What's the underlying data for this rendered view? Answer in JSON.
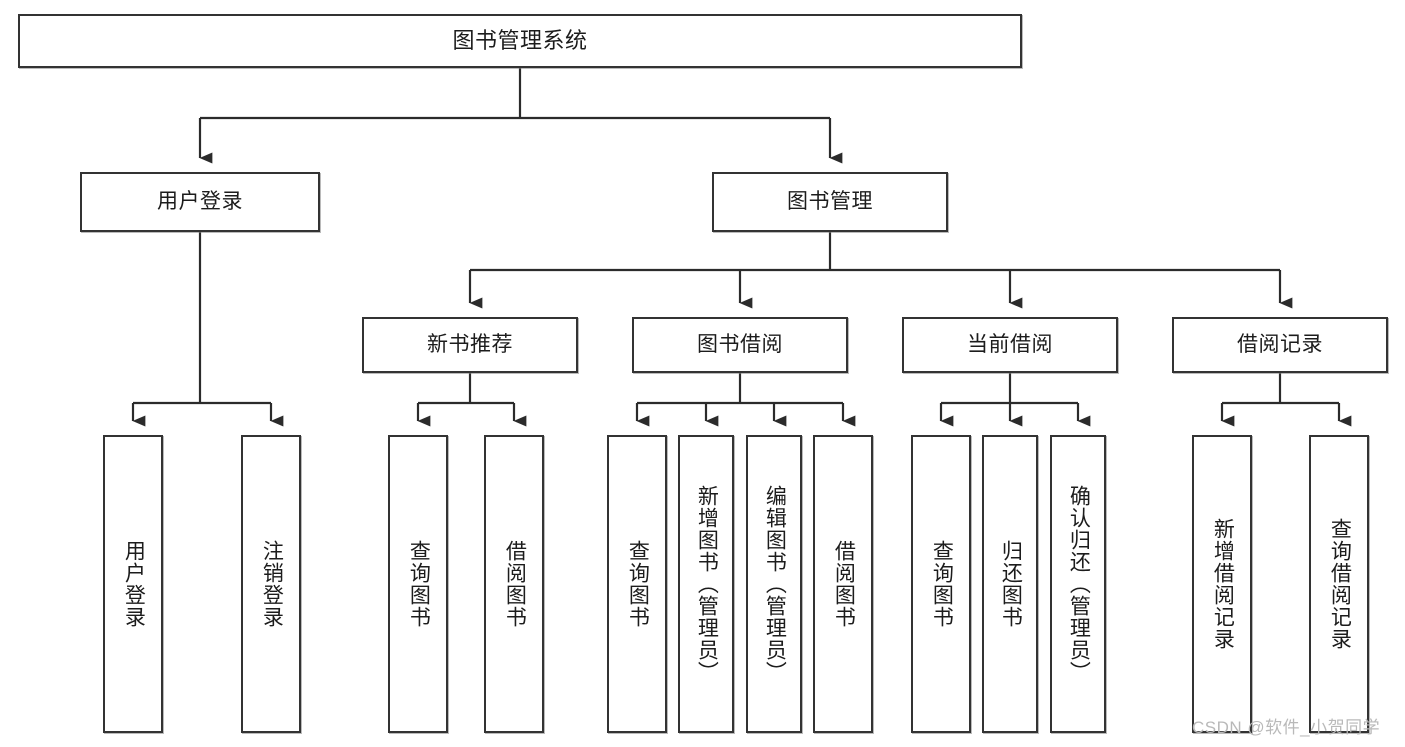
{
  "diagram": {
    "type": "tree",
    "title": "图书管理系统",
    "watermark": "CSDN @软件_小贺同学",
    "colors": {
      "box_border": "#333333",
      "box_fill": "#ffffff",
      "connector": "#2b2b2b",
      "watermark": "#b9b9b9",
      "background": "#ffffff"
    },
    "levels": {
      "root": "图书管理系统",
      "level2": [
        "用户登录",
        "图书管理"
      ],
      "level3": [
        "新书推荐",
        "图书借阅",
        "当前借阅",
        "借阅记录"
      ]
    },
    "nodes": {
      "root": {
        "label": "图书管理系统"
      },
      "user_login": {
        "label": "用户登录"
      },
      "book_manage": {
        "label": "图书管理"
      },
      "new_book_rec": {
        "label": "新书推荐"
      },
      "book_borrow": {
        "label": "图书借阅"
      },
      "current_borrow": {
        "label": "当前借阅"
      },
      "borrow_record": {
        "label": "借阅记录"
      }
    },
    "leaves": {
      "user_login": [
        {
          "label": "用户登录"
        },
        {
          "label": "注销登录"
        }
      ],
      "new_book_rec": [
        {
          "label": "查询图书"
        },
        {
          "label": "借阅图书"
        }
      ],
      "book_borrow": [
        {
          "label": "查询图书"
        },
        {
          "label": "新增图书（管理员）"
        },
        {
          "label": "编辑图书（管理员）"
        },
        {
          "label": "借阅图书"
        }
      ],
      "current_borrow": [
        {
          "label": "查询图书"
        },
        {
          "label": "归还图书"
        },
        {
          "label": "确认归还（管理员）"
        }
      ],
      "borrow_record": [
        {
          "label": "新增借阅记录"
        },
        {
          "label": "查询借阅记录"
        }
      ]
    }
  }
}
